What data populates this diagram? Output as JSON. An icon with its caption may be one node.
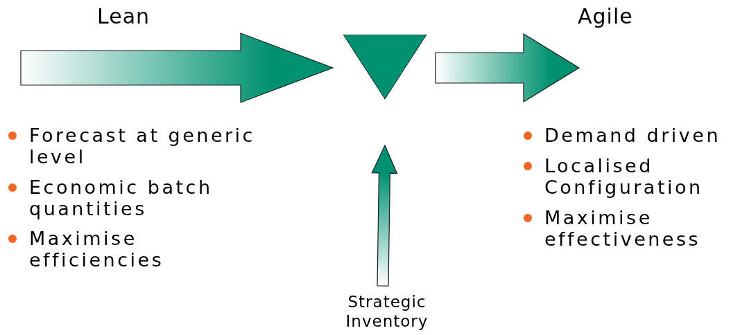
{
  "diagram": {
    "nodes": [
      {
        "text": [],
        "shape": "triangle"
      },
      {
        "text": [
          "Strategic Inventory"
        ]
      }
    ],
    "edges": [
      {
        "from": null,
        "to": 0,
        "arrow": "to",
        "style": "thick"
      },
      {
        "from": 0,
        "to": null,
        "arrow": "to",
        "style": "thick"
      },
      {
        "from": 1,
        "to": 0,
        "arrow": "to",
        "style": "thick"
      }
    ],
    "labels": [
      "Lean",
      "Agile",
      "Forecast at generic level",
      "Economic batch quantities",
      "Maximise efficiencies",
      "Demand driven",
      "Localised Configuration",
      "Maximise effectiveness"
    ]
  }
}
